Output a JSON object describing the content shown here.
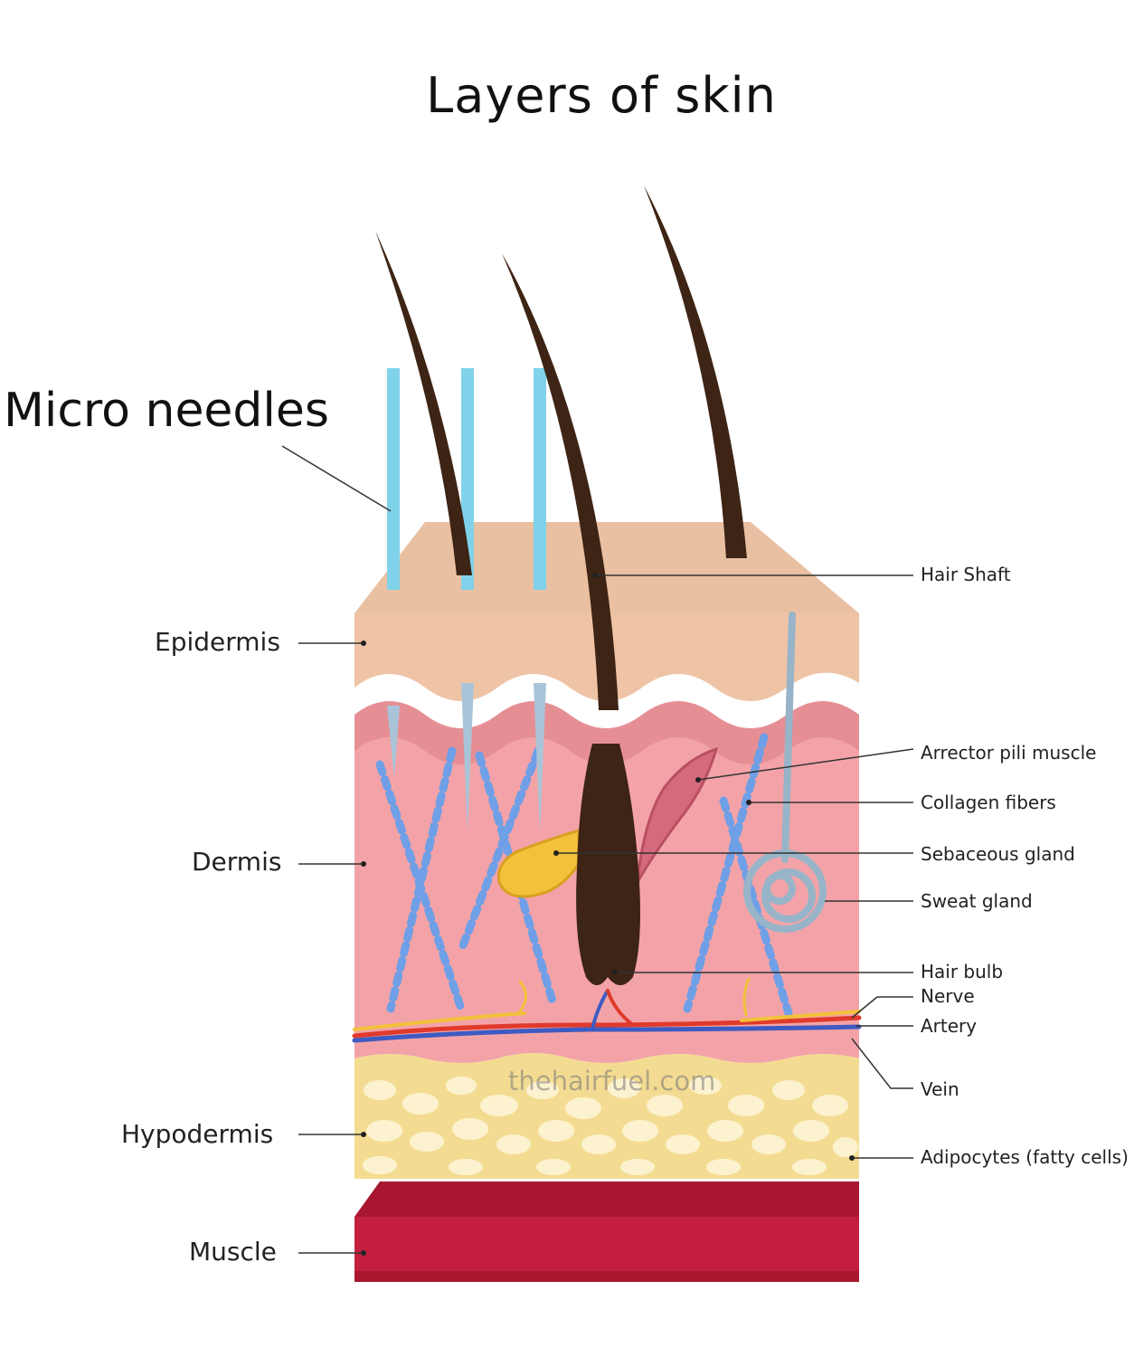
{
  "title": "Layers of skin",
  "needle_label": "Micro needles",
  "layers": {
    "epidermis": "Epidermis",
    "dermis": "Dermis",
    "hypodermis": "Hypodermis",
    "muscle": "Muscle"
  },
  "structures": {
    "hair_shaft": "Hair Shaft",
    "arrector_pili": "Arrector pili muscle",
    "collagen": "Collagen fibers",
    "sebaceous": "Sebaceous gland",
    "sweat": "Sweat gland",
    "hair_bulb": "Hair bulb",
    "nerve": "Nerve",
    "artery": "Artery",
    "vein": "Vein",
    "adipocytes": "Adipocytes (fatty cells)"
  },
  "watermark": "thehairfuel.com",
  "colors": {
    "epidermis": "#efc3a6",
    "epidermis_top": "#e9c0a2",
    "dermis": "#f3a3a8",
    "hypodermis": "#f3dc92",
    "muscle": "#c21f3e",
    "needle": "#7fd2ea",
    "hair": "#3d2414",
    "collagen": "#6f9fe6",
    "artery": "#e03a2c",
    "vein": "#3d5bc2",
    "nerve": "#f3c13a"
  }
}
